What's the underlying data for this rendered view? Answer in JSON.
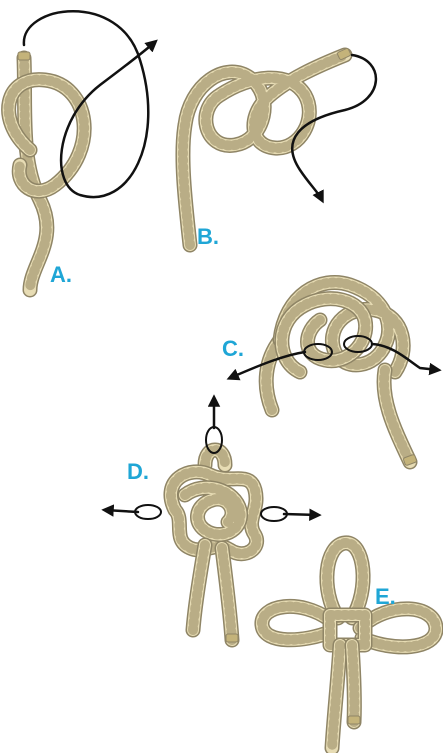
{
  "steps": [
    {
      "id": "A",
      "label": "A."
    },
    {
      "id": "B",
      "label": "B."
    },
    {
      "id": "C",
      "label": "C."
    },
    {
      "id": "D",
      "label": "D."
    },
    {
      "id": "E",
      "label": "E."
    }
  ],
  "colors": {
    "rope_fill": "#e7dcb4",
    "rope_outline": "#8f8566",
    "rope_twist": "#b9ad86",
    "rope_end": "#c4b37a",
    "arrow": "#111111",
    "label": "#1fa6d6",
    "background": "#ffffff"
  },
  "icons": [
    "arrow-icon"
  ]
}
